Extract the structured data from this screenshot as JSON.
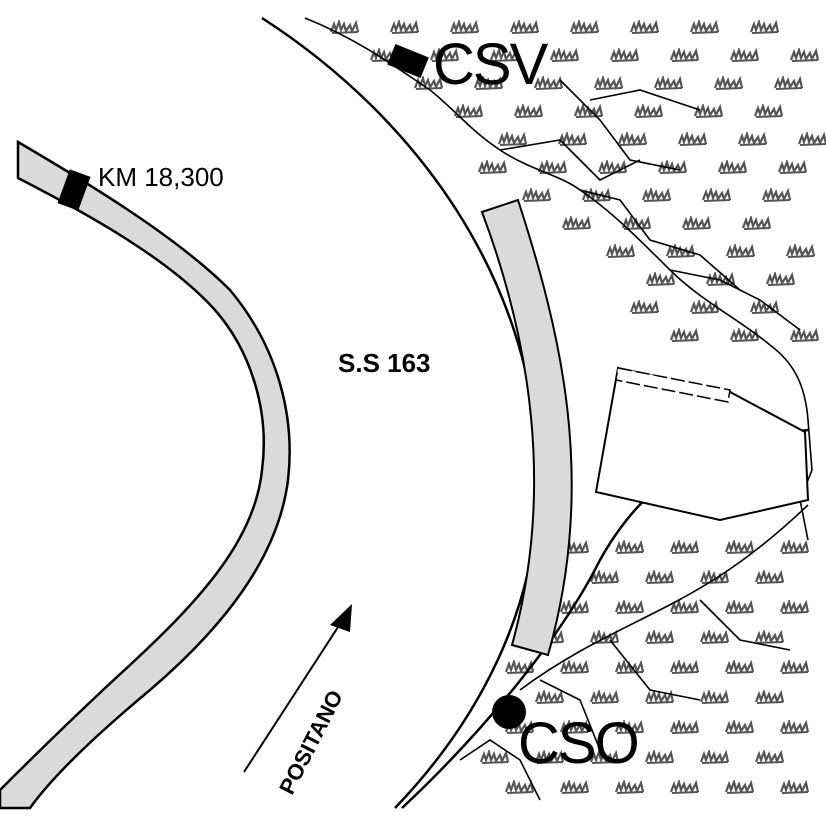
{
  "labels": {
    "csv": "CSV",
    "km": "KM 18,300",
    "road": "S.S 163",
    "cso": "CSO",
    "direction": "POSITANO"
  },
  "colors": {
    "road_fill": "#dadada",
    "line": "#000000",
    "vegetation": "#555555",
    "background": "#ffffff"
  },
  "icons": {
    "csv_marker": "black-rectangle",
    "km_marker": "black-rectangle",
    "cso_marker": "black-dot",
    "direction_arrow": "arrow-up-right",
    "vegetation": "grass-tuft"
  }
}
